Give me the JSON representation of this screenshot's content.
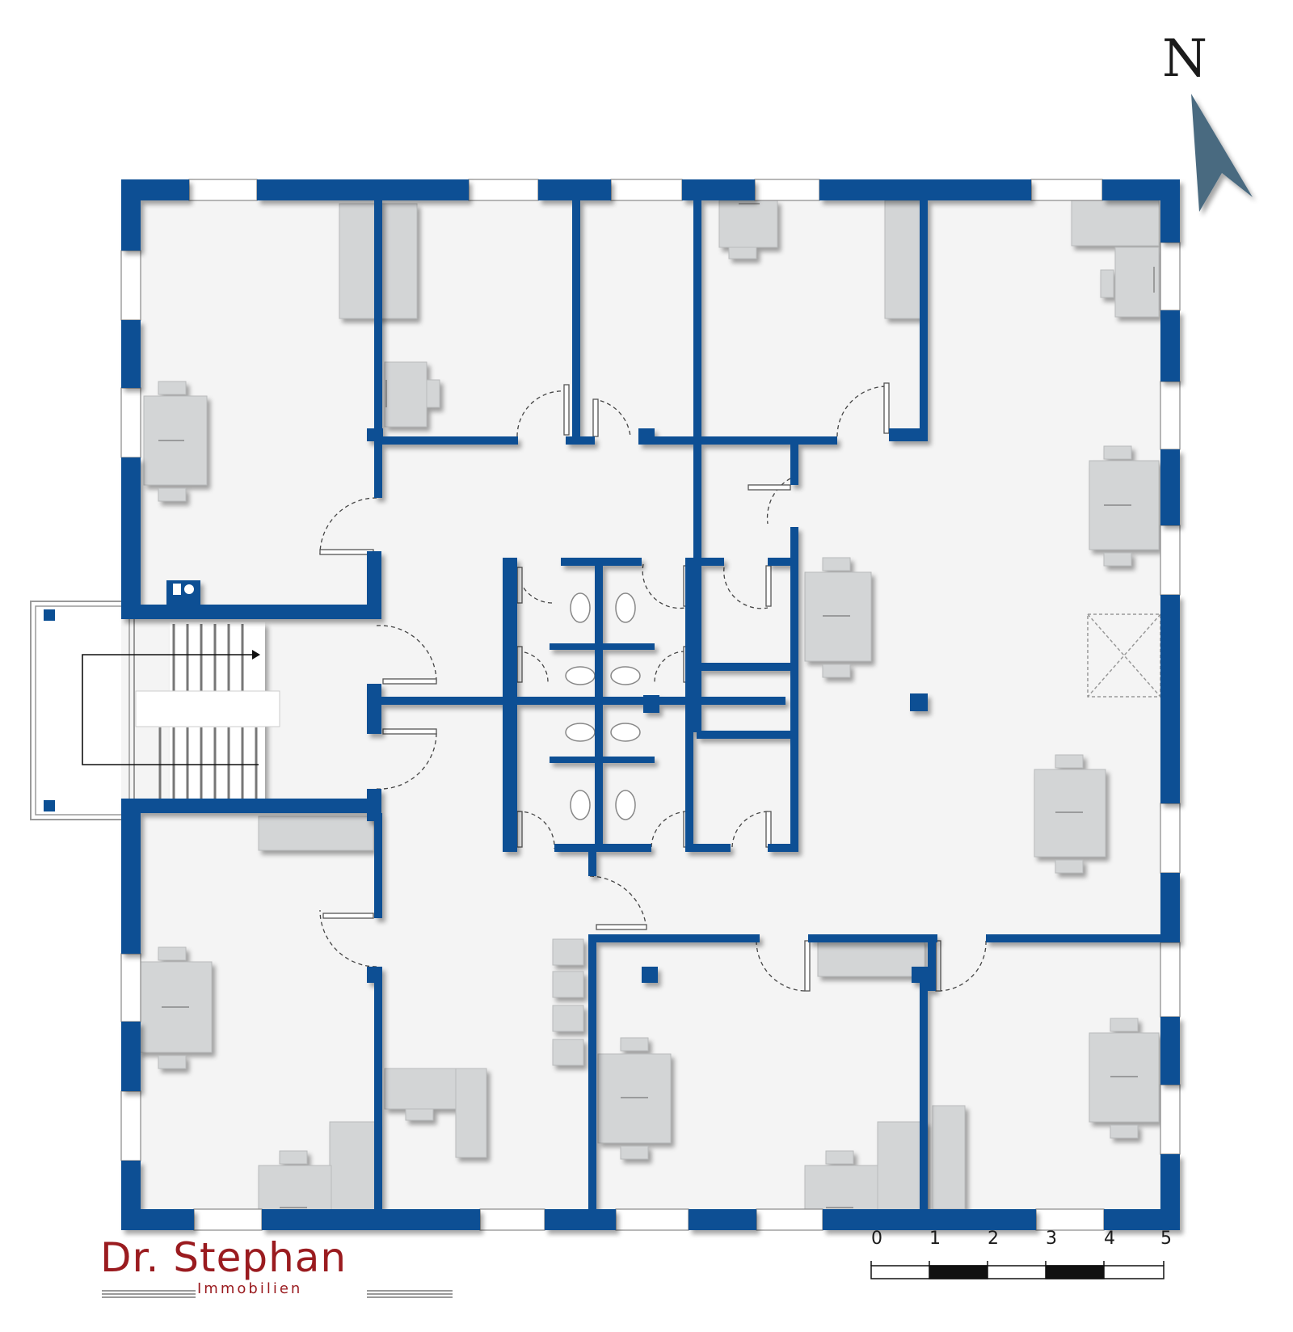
{
  "compass": {
    "letter": "N",
    "arrow_color": "#4a6a80"
  },
  "scale_bar": {
    "ticks": [
      "0",
      "1",
      "2",
      "3",
      "4",
      "5"
    ]
  },
  "brand": {
    "name": "Dr. Stephan",
    "subtitle": "Immobilien",
    "color": "#9a1b1f"
  },
  "colors": {
    "wall": "#0b4f94",
    "floor": "#f4f4f4",
    "furniture": "#d3d5d6",
    "window": "#ffffff"
  }
}
